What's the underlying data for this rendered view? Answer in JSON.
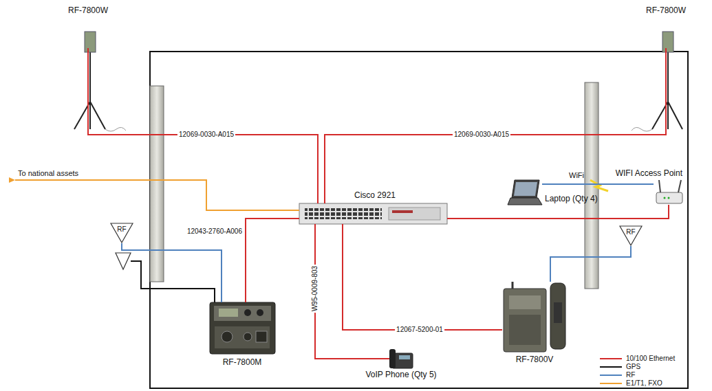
{
  "diagram": {
    "nodes": [
      {
        "text": [
          "RF-7800W"
        ]
      },
      {
        "text": [
          "RF-7800W"
        ]
      },
      {
        "text": [
          "Laptop (Qty 4)"
        ]
      },
      {
        "text": [
          "Cisco 2921"
        ]
      },
      {
        "text": [
          "WIFI Access Point"
        ]
      },
      {
        "text": [
          "RF"
        ]
      },
      {
        "text": [
          "RF"
        ]
      },
      {
        "text": [
          "RF-7800M"
        ]
      },
      {
        "text": [
          "RF-7800V"
        ]
      },
      {
        "text": [
          "VoIP Phone (Qty 5)"
        ]
      }
    ],
    "edges": [
      {
        "from": 0,
        "to": 3,
        "label": "12069-0030-A015",
        "arrow": "none"
      },
      {
        "from": 1,
        "to": 3,
        "label": "12069-0030-A015",
        "arrow": "none"
      },
      {
        "from": 3,
        "to": 7,
        "label": "12043-2760-A006",
        "arrow": "none"
      },
      {
        "from": 3,
        "to": 9,
        "label": "W95-0009-803",
        "arrow": "none"
      },
      {
        "from": 3,
        "to": 8,
        "label": "12067-5200-01",
        "arrow": "none"
      },
      {
        "from": 3,
        "to": 4,
        "arrow": "none"
      },
      {
        "from": 2,
        "to": 4,
        "label": "WiFi",
        "arrow": "none"
      },
      {
        "from": 5,
        "to": 7,
        "arrow": "none"
      },
      {
        "from": 6,
        "to": 8,
        "arrow": "none"
      }
    ],
    "labels": [
      "To national assets"
    ],
    "legend": [
      {
        "text": "10/100 Ethernet"
      },
      {
        "text": "GPS"
      },
      {
        "text": "RF"
      },
      {
        "text": "E1/T1, FXO"
      }
    ]
  }
}
